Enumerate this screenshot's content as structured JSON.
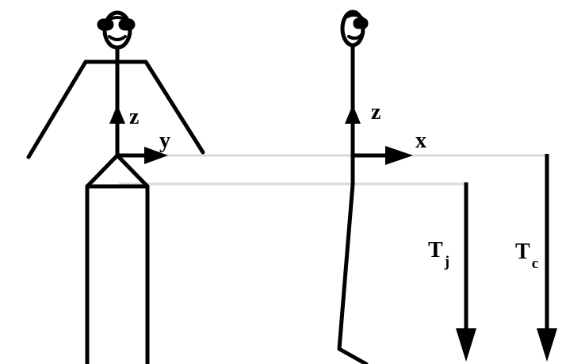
{
  "figure": {
    "front_view": {
      "axis_up_label": "z",
      "axis_side_label": "y"
    },
    "side_view": {
      "axis_up_label": "z",
      "axis_side_label": "x"
    },
    "force_joint": {
      "symbol": "T",
      "subscript": "j"
    },
    "force_com": {
      "symbol": "T",
      "subscript": "c"
    },
    "colors": {
      "stroke": "#000000",
      "guide": "#d9d9d9",
      "background": "#ffffff"
    }
  }
}
